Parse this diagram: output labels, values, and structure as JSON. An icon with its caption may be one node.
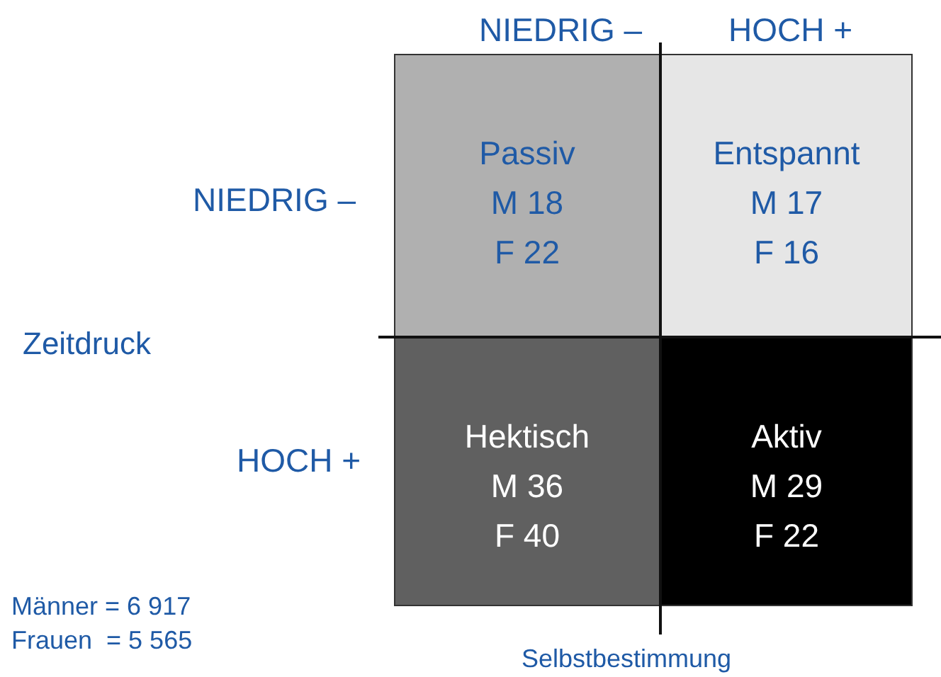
{
  "diagram": {
    "nodes": [
      {
        "text": [
          "Passiv",
          "M 18",
          "F 22"
        ]
      },
      {
        "text": [
          "Entspannt",
          "M 17",
          "F 16"
        ]
      },
      {
        "text": [
          "Hektisch",
          "M 36",
          "F 40"
        ]
      },
      {
        "text": [
          "Aktiv",
          "M 29",
          "F 22"
        ]
      }
    ],
    "labels": [
      "NIEDRIG –",
      "HOCH +",
      "NIEDRIG –",
      "Zeitdruck",
      "HOCH +",
      "Männer = 6 917",
      "Frauen  = 5 565",
      "Selbstbestimmung"
    ]
  }
}
